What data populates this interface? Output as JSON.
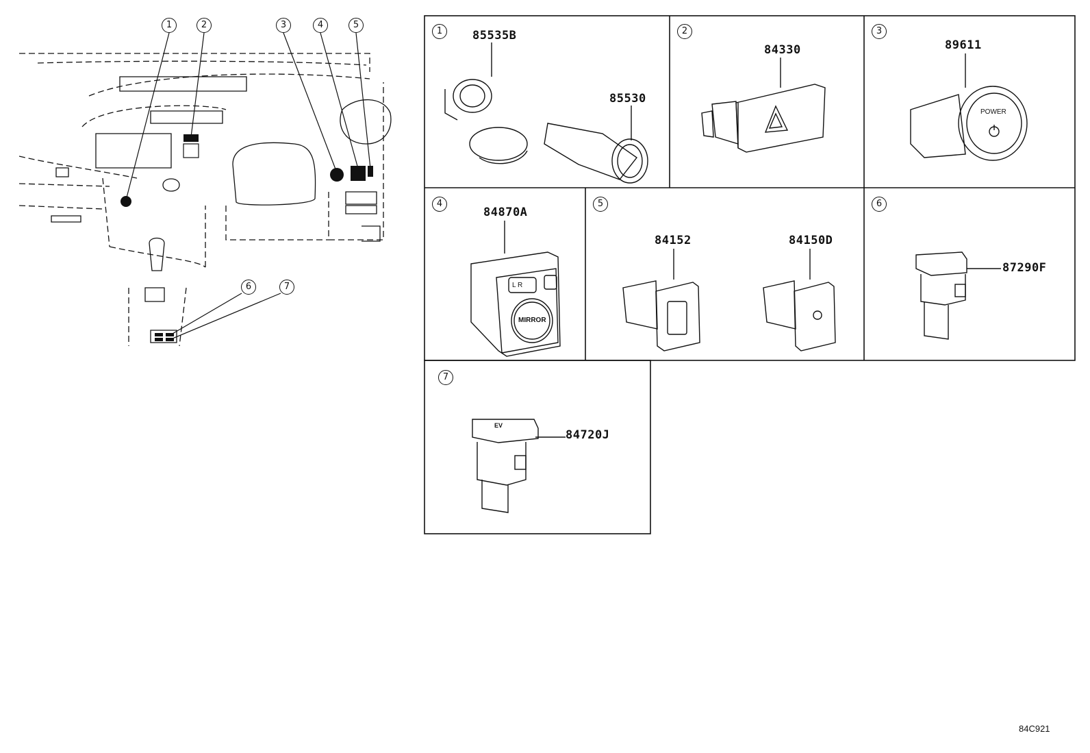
{
  "diagram_code": "84C921",
  "callouts": [
    "1",
    "2",
    "3",
    "4",
    "5",
    "6",
    "7"
  ],
  "panels": [
    {
      "num": "1",
      "parts": [
        "85535B",
        "85530"
      ]
    },
    {
      "num": "2",
      "parts": [
        "84330"
      ]
    },
    {
      "num": "3",
      "parts": [
        "89611"
      ],
      "switch_text": "POWER"
    },
    {
      "num": "4",
      "parts": [
        "84870A"
      ],
      "switch_text": "MIRROR",
      "side_text": "L R"
    },
    {
      "num": "5",
      "parts": [
        "84152",
        "84150D"
      ]
    },
    {
      "num": "6",
      "parts": [
        "87290F"
      ]
    },
    {
      "num": "7",
      "parts": [
        "84720J"
      ],
      "switch_text": "EV"
    }
  ]
}
